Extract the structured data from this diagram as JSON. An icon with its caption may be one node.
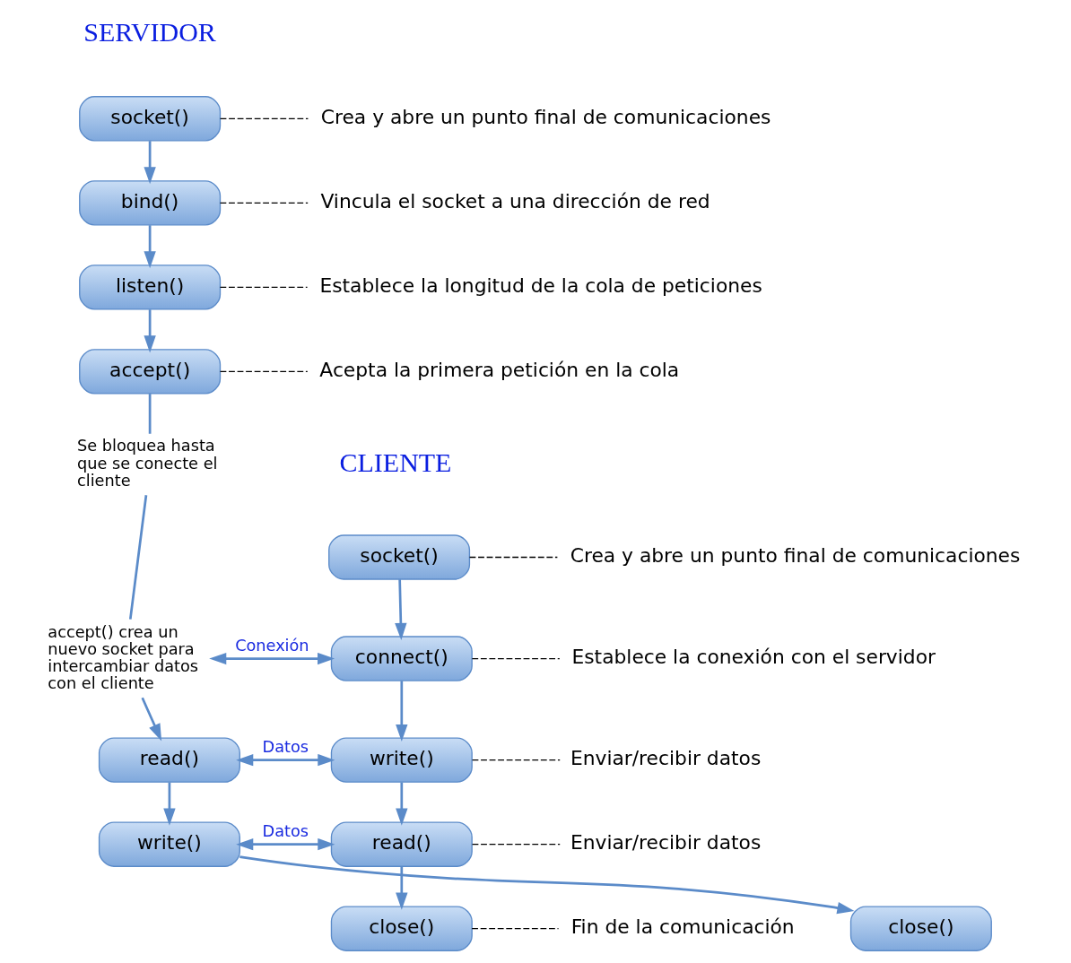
{
  "diagram": {
    "nodes": [
      {
        "text": [
          "socket()"
        ]
      },
      {
        "text": [
          "bind()"
        ]
      },
      {
        "text": [
          "listen()"
        ]
      },
      {
        "text": [
          "accept()"
        ]
      },
      {
        "text": [
          "Se bloquea hasta que se conecte el cliente"
        ]
      },
      {
        "text": [
          "accept() crea un nuevo socket para intercambiar datos con el cliente"
        ]
      },
      {
        "text": [
          "read()"
        ]
      },
      {
        "text": [
          "write()"
        ]
      },
      {
        "text": [
          "close()"
        ]
      },
      {
        "text": [
          "socket()"
        ]
      },
      {
        "text": [
          "connect()"
        ]
      },
      {
        "text": [
          "write()"
        ]
      },
      {
        "text": [
          "read()"
        ]
      },
      {
        "text": [
          "close()"
        ]
      },
      {
        "text": [
          "Crea y abre un punto final de comunicaciones"
        ]
      },
      {
        "text": [
          "Vincula el socket a una dirección de red"
        ]
      },
      {
        "text": [
          "Establece la longitud de la cola de peticiones"
        ]
      },
      {
        "text": [
          "Acepta la primera petición en la cola"
        ]
      },
      {
        "text": [
          "Crea y abre un punto final de comunicaciones"
        ]
      },
      {
        "text": [
          "Establece la conexión con el servidor"
        ]
      },
      {
        "text": [
          "Enviar/recibir datos"
        ]
      },
      {
        "text": [
          "Enviar/recibir datos"
        ]
      },
      {
        "text": [
          "Fin de la comunicación"
        ]
      }
    ],
    "edges": [
      {
        "from": 0,
        "to": 1,
        "arrow": "to"
      },
      {
        "from": 1,
        "to": 2,
        "arrow": "to"
      },
      {
        "from": 2,
        "to": 3,
        "arrow": "to"
      },
      {
        "from": 3,
        "to": 4,
        "arrow": "none"
      },
      {
        "from": 4,
        "to": 5,
        "arrow": "none"
      },
      {
        "from": 5,
        "to": 6,
        "arrow": "to"
      },
      {
        "from": 6,
        "to": 7,
        "arrow": "to"
      },
      {
        "from": 7,
        "to": 8,
        "arrow": "to"
      },
      {
        "from": 9,
        "to": 10,
        "arrow": "to"
      },
      {
        "from": 10,
        "to": 11,
        "arrow": "to"
      },
      {
        "from": 11,
        "to": 12,
        "arrow": "to"
      },
      {
        "from": 12,
        "to": 13,
        "arrow": "to"
      },
      {
        "from": 5,
        "to": 10,
        "arrow": "both",
        "label": "Conexión"
      },
      {
        "from": 6,
        "to": 11,
        "arrow": "both",
        "label": "Datos"
      },
      {
        "from": 7,
        "to": 12,
        "arrow": "both",
        "label": "Datos"
      },
      {
        "from": 0,
        "to": 14,
        "arrow": "none",
        "style": "dashed",
        "color": "#000000"
      },
      {
        "from": 1,
        "to": 15,
        "arrow": "none",
        "style": "dashed",
        "color": "#000000"
      },
      {
        "from": 2,
        "to": 16,
        "arrow": "none",
        "style": "dashed",
        "color": "#000000"
      },
      {
        "from": 3,
        "to": 17,
        "arrow": "none",
        "style": "dashed",
        "color": "#000000"
      },
      {
        "from": 9,
        "to": 18,
        "arrow": "none",
        "style": "dashed",
        "color": "#000000"
      },
      {
        "from": 10,
        "to": 19,
        "arrow": "none",
        "style": "dashed",
        "color": "#000000"
      },
      {
        "from": 11,
        "to": 20,
        "arrow": "none",
        "style": "dashed",
        "color": "#000000"
      },
      {
        "from": 12,
        "to": 21,
        "arrow": "none",
        "style": "dashed",
        "color": "#000000"
      },
      {
        "from": 13,
        "to": 22,
        "arrow": "none",
        "style": "dashed",
        "color": "#000000"
      }
    ],
    "labels": [
      "SERVIDOR",
      "CLIENTE"
    ]
  }
}
